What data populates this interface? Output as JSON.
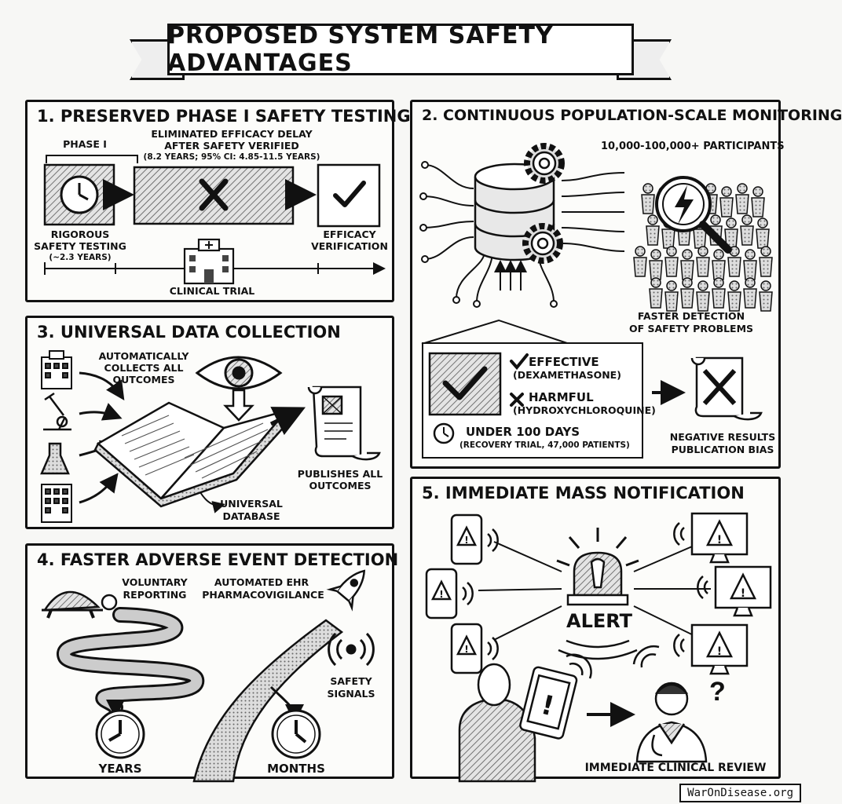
{
  "header": {
    "title": "PROPOSED SYSTEM SAFETY ADVANTAGES"
  },
  "panel1": {
    "title": "1. PRESERVED PHASE I SAFETY TESTING",
    "phase_label": "PHASE I",
    "delay_line1": "ELIMINATED EFFICACY DELAY",
    "delay_line2": "AFTER SAFETY VERIFIED",
    "delay_line3": "(8.2 YEARS; 95% CI: 4.85-11.5 YEARS)",
    "rigorous_line1": "RIGOROUS",
    "rigorous_line2": "SAFETY TESTING",
    "rigorous_line3": "(~2.3 YEARS)",
    "efficacy_line1": "EFFICACY",
    "efficacy_line2": "VERIFICATION",
    "clinical_trial": "CLINICAL TRIAL"
  },
  "panel2": {
    "title": "2. CONTINUOUS POPULATION-SCALE MONITORING",
    "participants": "10,000-100,000+ PARTICIPANTS",
    "faster_line1": "FASTER DETECTION",
    "faster_line2": "OF SAFETY PROBLEMS",
    "effective": "EFFECTIVE",
    "effective_example": "(DEXAMETHASONE)",
    "harmful": "HARMFUL",
    "harmful_example": "(HYDROXYCHLOROQUINE)",
    "under": "UNDER 100 DAYS",
    "recovery": "(RECOVERY TRIAL, 47,000 PATIENTS)",
    "negative_line1": "NEGATIVE RESULTS",
    "negative_line2": "PUBLICATION BIAS"
  },
  "panel3": {
    "title": "3. UNIVERSAL DATA COLLECTION",
    "auto_line1": "AUTOMATICALLY",
    "auto_line2": "COLLECTS ALL",
    "auto_line3": "OUTCOMES",
    "publishes_line1": "PUBLISHES ALL",
    "publishes_line2": "OUTCOMES",
    "universal_line1": "UNIVERSAL",
    "universal_line2": "DATABASE"
  },
  "panel4": {
    "title": "4. FASTER ADVERSE EVENT DETECTION",
    "voluntary_line1": "VOLUNTARY",
    "voluntary_line2": "REPORTING",
    "automated_line1": "AUTOMATED EHR",
    "automated_line2": "PHARMACOVIGILANCE",
    "safety_line1": "SAFETY",
    "safety_line2": "SIGNALS",
    "years": "YEARS",
    "months": "MONTHS"
  },
  "panel5": {
    "title": "5. IMMEDIATE MASS NOTIFICATION",
    "alert": "ALERT",
    "review": "IMMEDIATE CLINICAL REVIEW"
  },
  "footer": {
    "site": "WarOnDisease.org"
  }
}
